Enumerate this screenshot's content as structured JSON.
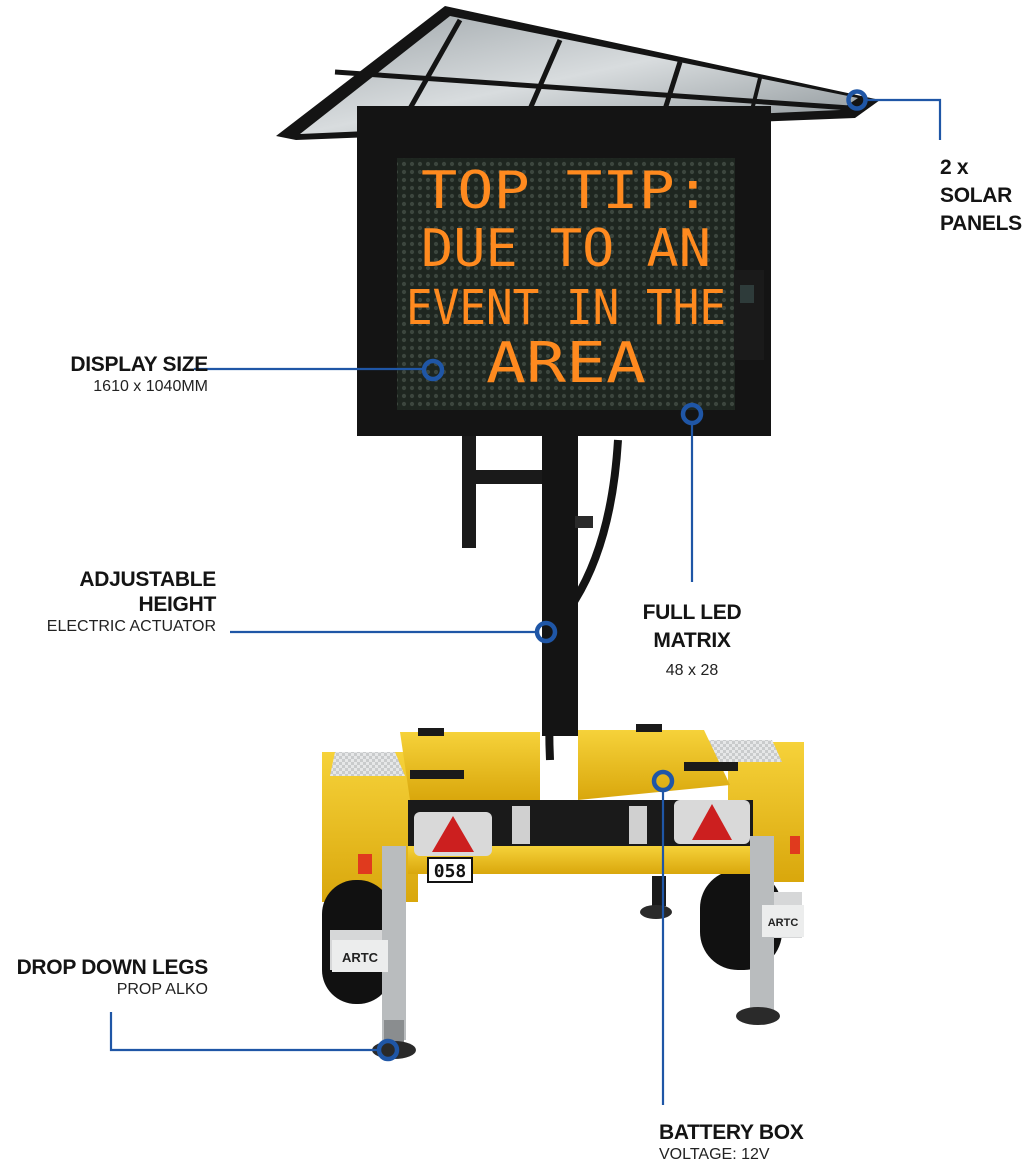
{
  "sign_message": [
    "TOP TIP:",
    "DUE TO AN",
    "EVENT IN THE",
    "AREA"
  ],
  "plate_number": "058",
  "trailer_brand": "ARTC",
  "callouts": {
    "solar": {
      "title_lines": [
        "2 x",
        "SOLAR",
        "PANELS"
      ]
    },
    "display": {
      "title": "DISPLAY SIZE",
      "sub": "1610 x 1040MM"
    },
    "height": {
      "title_lines": [
        "ADJUSTABLE",
        "HEIGHT"
      ],
      "sub": "ELECTRIC ACTUATOR"
    },
    "led": {
      "title_lines": [
        "FULL LED",
        "MATRIX"
      ],
      "sub": "48 x 28"
    },
    "legs": {
      "title": "DROP DOWN LEGS",
      "sub": "PROP ALKO"
    },
    "battery": {
      "title": "BATTERY BOX",
      "sub": "VOLTAGE: 12V"
    }
  },
  "colors": {
    "callout_line": "#1f56a6",
    "led_amber": "#ff8a1f",
    "trailer_yellow": "#f2c318",
    "frame_black": "#141414"
  }
}
